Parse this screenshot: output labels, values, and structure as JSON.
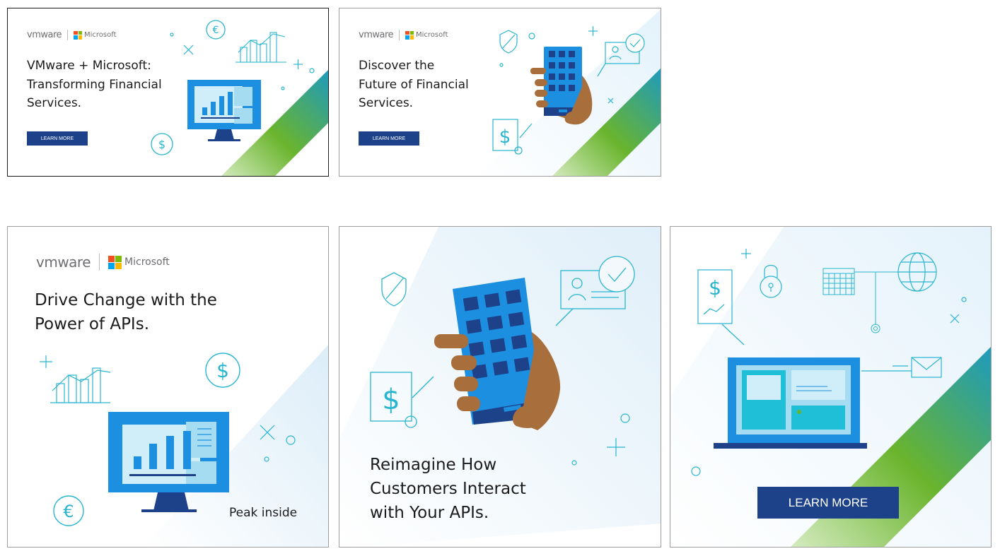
{
  "brand": {
    "vmware": "vmware",
    "microsoft": "Microsoft"
  },
  "banners": [
    {
      "headline": [
        "VMware + Microsoft:",
        "Transforming Financial",
        "Services."
      ],
      "button": "LEARN MORE"
    },
    {
      "headline": [
        "Discover the",
        "Future of Financial",
        "Services."
      ],
      "button": "LEARN MORE"
    },
    {
      "headline": [
        "Drive Change with the",
        "Power of APIs."
      ],
      "cta": "Peak inside"
    },
    {
      "headline": [
        "Reimagine How",
        "Customers Interact",
        "with Your APIs."
      ]
    },
    {
      "button": "LEARN MORE"
    }
  ],
  "colors": {
    "accent_teal": "#29b5d0",
    "button_navy": "#1d428a",
    "stripe_green": "#6ab42d",
    "stripe_blue": "#1d9ac0",
    "ms_red": "#f25022",
    "ms_green": "#7fba00",
    "ms_blue": "#00a4ef",
    "ms_yellow": "#ffb900"
  },
  "icons": [
    "euro-icon",
    "dollar-icon",
    "bar-chart-icon",
    "monitor-icon",
    "phone-icon",
    "shield-icon",
    "profile-check-icon",
    "padlock-icon",
    "calendar-icon",
    "globe-icon",
    "envelope-icon",
    "laptop-icon"
  ]
}
